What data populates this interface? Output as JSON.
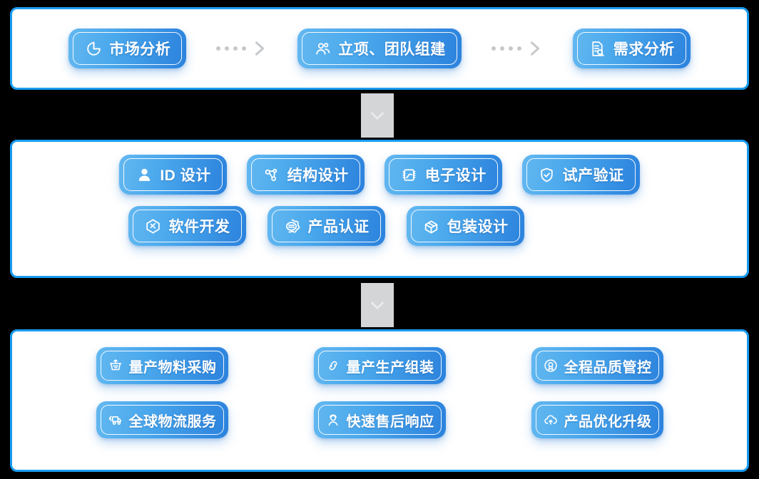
{
  "theme": {
    "panel_border_color": "#1a9cf0",
    "panel_background": "#ffffff",
    "page_background": "#000000",
    "pill_gradient_from": "#63b8f0",
    "pill_gradient_to": "#2b82dd",
    "pill_label_color": "#ffffff",
    "connector_color": "#c6c9cc",
    "vertical_connector_color": "#d3d5d7"
  },
  "sections": [
    {
      "id": "planning",
      "rows": [
        {
          "id": "row-1",
          "items": [
            {
              "label": "市场分析",
              "icon": "pie-chart-icon"
            },
            {
              "label": "立项、团队组建",
              "icon": "team-users-icon"
            },
            {
              "label": "需求分析",
              "icon": "document-search-icon"
            }
          ]
        }
      ]
    },
    {
      "id": "development",
      "rows": [
        {
          "id": "row-2a",
          "items": [
            {
              "label": "ID 设计",
              "icon": "person-icon"
            },
            {
              "label": "结构设计",
              "icon": "node-graph-icon"
            },
            {
              "label": "电子设计",
              "icon": "chip-icon"
            },
            {
              "label": "试产验证",
              "icon": "shield-check-icon"
            }
          ]
        },
        {
          "id": "row-2b",
          "items": [
            {
              "label": "软件开发",
              "icon": "cube-code-icon"
            },
            {
              "label": "产品认证",
              "icon": "certification-stamp-icon"
            },
            {
              "label": "包装设计",
              "icon": "package-box-icon"
            }
          ]
        }
      ]
    },
    {
      "id": "mass-production",
      "rows": [
        {
          "id": "row-3a",
          "items": [
            {
              "label": "量产物料采购",
              "icon": "shopping-cart-icon"
            },
            {
              "label": "量产生产组装",
              "icon": "chain-link-icon"
            },
            {
              "label": "全程品质管控",
              "icon": "quality-award-icon"
            }
          ]
        },
        {
          "id": "row-3b",
          "items": [
            {
              "label": "全球物流服务",
              "icon": "delivery-truck-icon"
            },
            {
              "label": "快速售后响应",
              "icon": "support-agent-icon"
            },
            {
              "label": "产品优化升级",
              "icon": "cloud-upload-icon"
            }
          ]
        }
      ]
    }
  ],
  "connectors": {
    "horizontal_dot_count": 4,
    "horizontal_icon": "chevron-right-icon",
    "vertical_icon": "chevron-down-icon"
  }
}
